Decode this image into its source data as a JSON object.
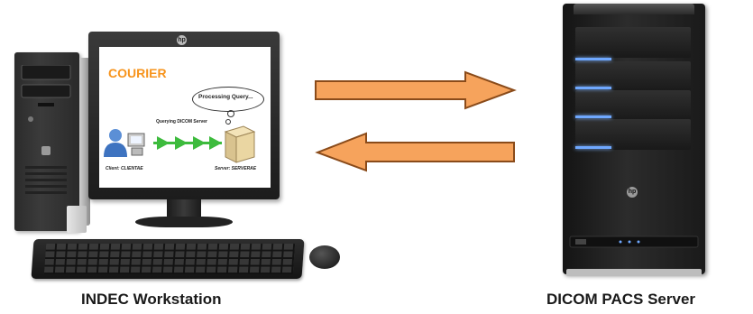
{
  "left_device": {
    "caption": "INDEC Workstation",
    "screen": {
      "app_title": "COURIER",
      "thought_bubble": "Processing Query...",
      "status_text": "Querying DICOM Server",
      "client_label": "Client: CLIENTAE",
      "server_label": "Server: SERVERAE"
    }
  },
  "right_device": {
    "caption": "DICOM PACS Server"
  },
  "colors": {
    "arrow_fill": "#f6a35c",
    "arrow_stroke": "#8a4b1a",
    "courier_orange": "#f7941d",
    "flow_green": "#3dbb3d",
    "server_led_blue": "#6fa8ff"
  },
  "icons": [
    "desktop-tower-icon",
    "monitor-icon",
    "keyboard-icon",
    "mouse-icon",
    "user-icon",
    "client-computer-icon",
    "server-box-icon",
    "pacs-server-icon",
    "right-arrow-icon",
    "left-arrow-icon"
  ]
}
